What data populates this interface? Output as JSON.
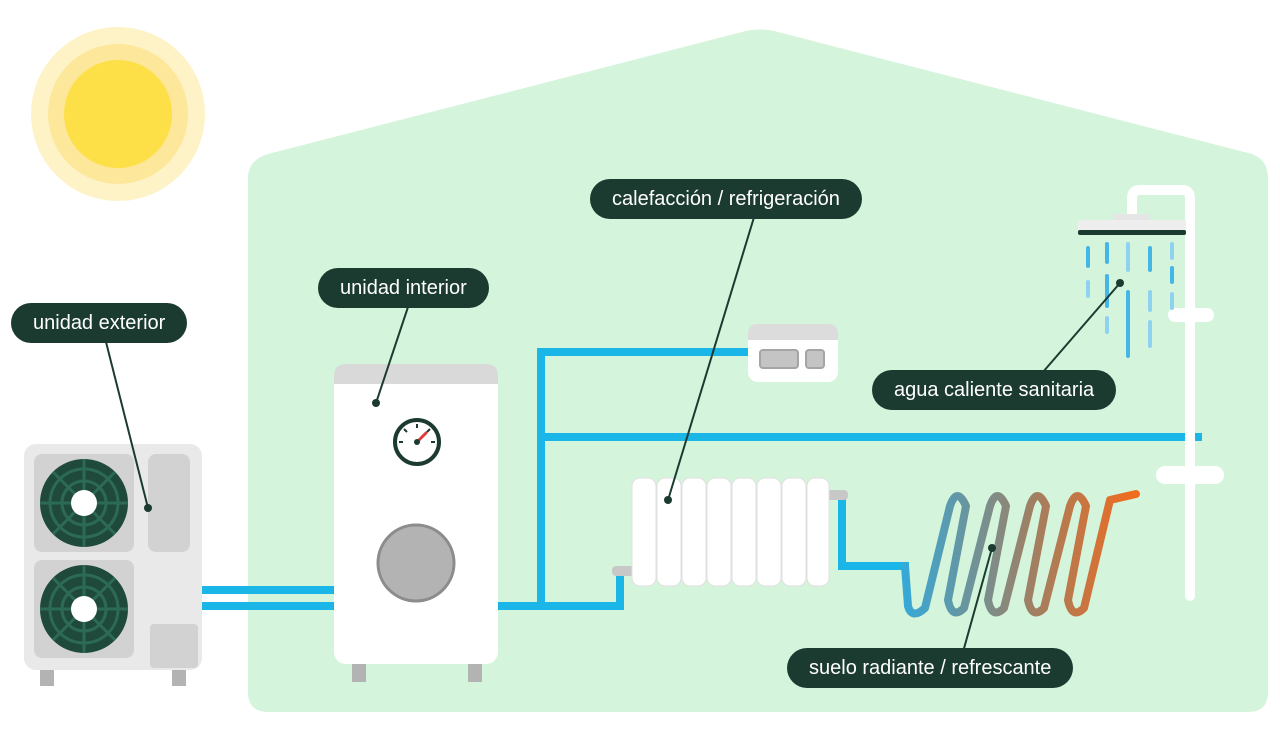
{
  "labels": {
    "outdoor_unit": "unidad exterior",
    "indoor_unit": "unidad interior",
    "heating_cooling": "calefacción / refrigeración",
    "hot_water": "agua caliente sanitaria",
    "floor": "suelo radiante / refrescante"
  },
  "colors": {
    "house": "#d4f5dc",
    "pipe": "#1ab6e8",
    "label_bg": "#1c3b30",
    "fan": "#1f4a3b",
    "sun": "#fde047",
    "floor_cold": "#36a9d6",
    "floor_hot": "#f26b1d"
  }
}
